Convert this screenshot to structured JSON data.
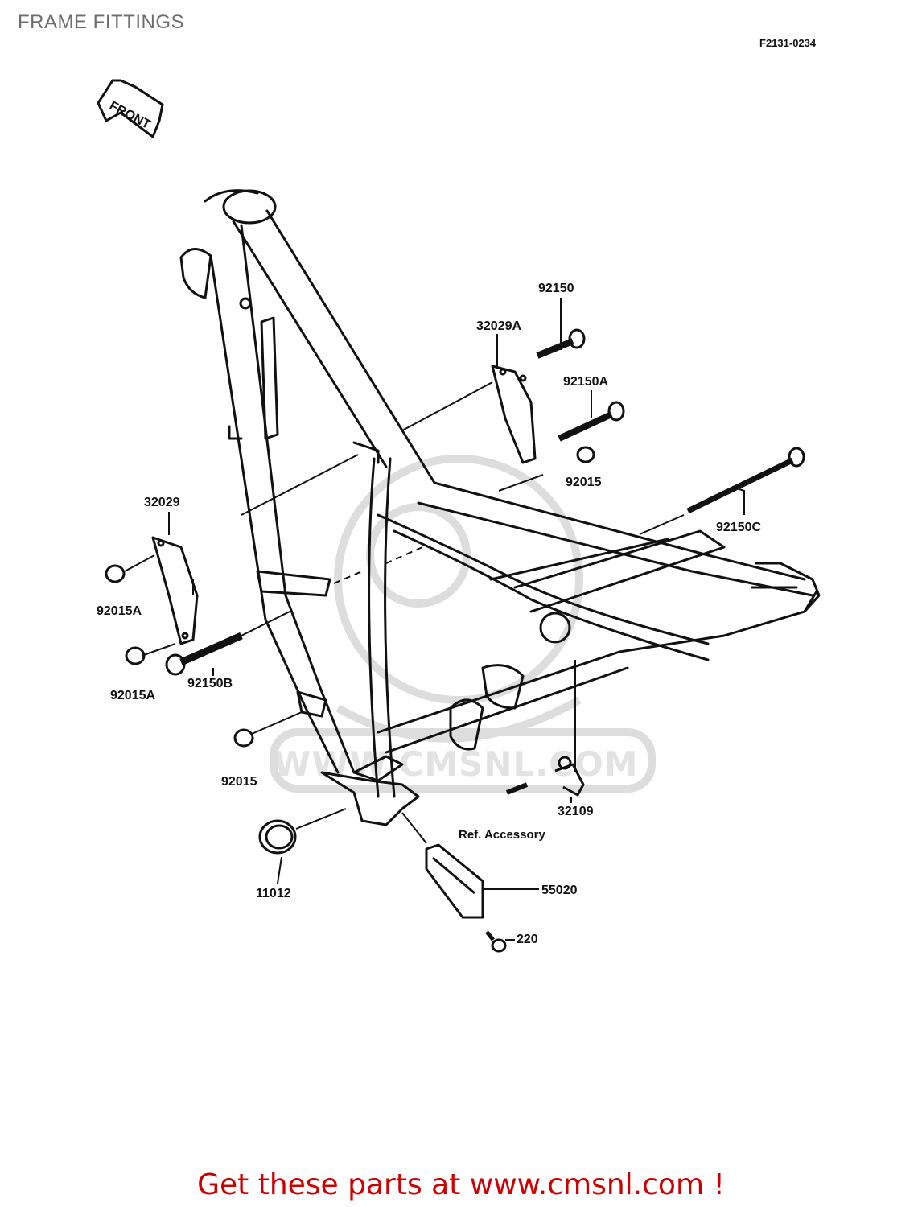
{
  "title": "FRAME FITTINGS",
  "drawing_code": "F2131-0234",
  "front_marker": "FRONT",
  "watermark": "WWW.CMSNL.COM",
  "callouts": {
    "p92150": "92150",
    "p32029A": "32029A",
    "p92150A": "92150A",
    "p92015_top": "92015",
    "p32029": "32029",
    "p92150C": "92150C",
    "p92015A_1": "92015A",
    "p92015A_2": "92015A",
    "p92150B": "92150B",
    "p92015_bottom": "92015",
    "p32109": "32109",
    "p11012": "11012",
    "p55020": "55020",
    "p220": "220"
  },
  "ref_accessory": "Ref. Accessory",
  "cta": "Get these parts at www.cmsnl.com !"
}
